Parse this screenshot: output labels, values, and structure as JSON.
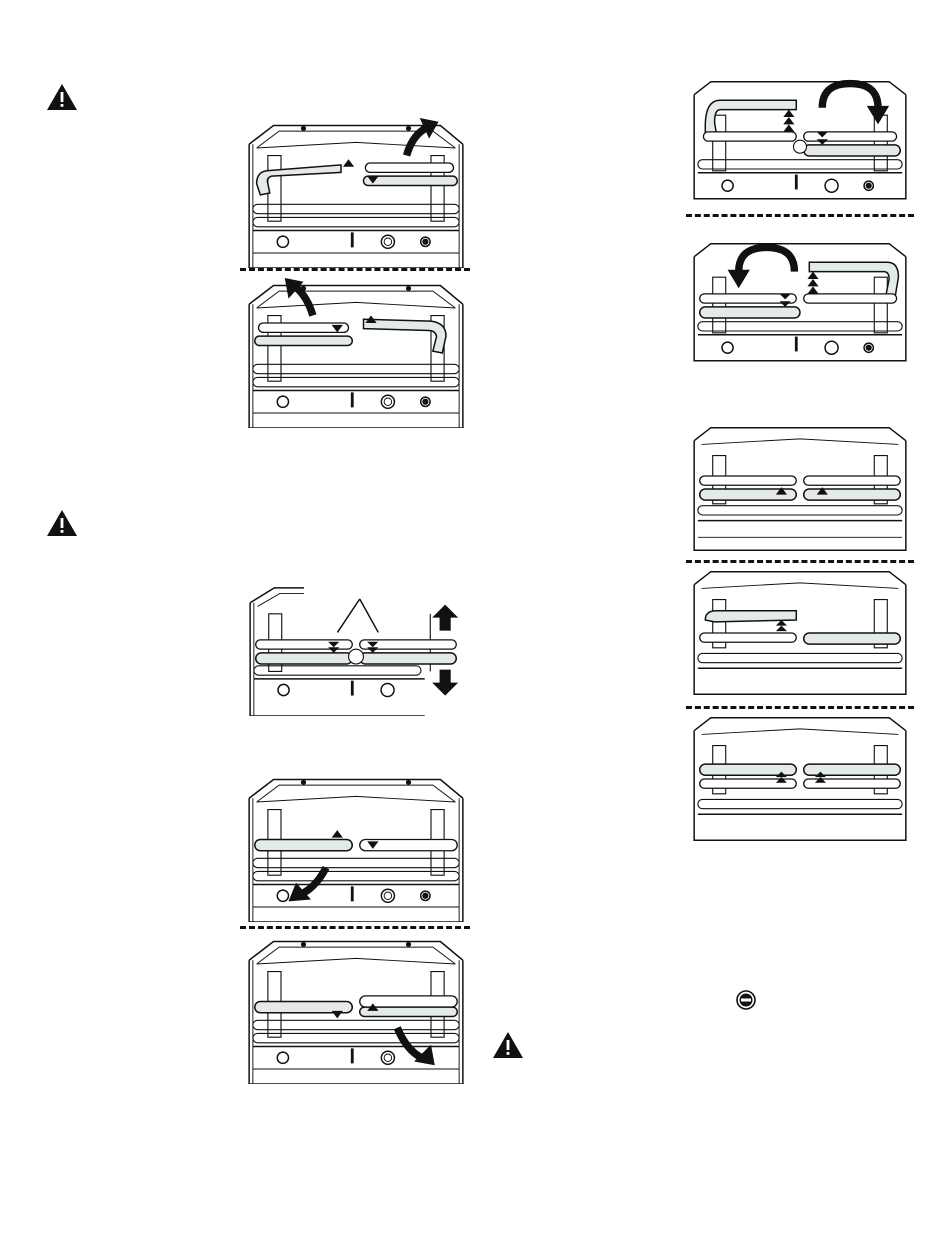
{
  "page": {
    "description_text": "",
    "warning_icon": "warning-triangle-icon",
    "stop_button_icon": "stop-button-icon"
  },
  "colors": {
    "line": "#111111",
    "fill_handle": "#e4ebe7",
    "background": "#ffffff"
  },
  "panels": [
    {
      "id": "left-1",
      "arrow": "up-right-curved"
    },
    {
      "id": "left-2",
      "arrow": "up-left-curved"
    },
    {
      "id": "left-3",
      "arrow": "up-down-straight"
    },
    {
      "id": "left-4",
      "arrow": "down-left-curved"
    },
    {
      "id": "left-5",
      "arrow": "down-right-curved"
    },
    {
      "id": "right-1",
      "arrow": "clockwise"
    },
    {
      "id": "right-2",
      "arrow": "counter-clockwise"
    },
    {
      "id": "right-3",
      "arrow": "none"
    },
    {
      "id": "right-4",
      "arrow": "none"
    },
    {
      "id": "right-5",
      "arrow": "none"
    }
  ]
}
